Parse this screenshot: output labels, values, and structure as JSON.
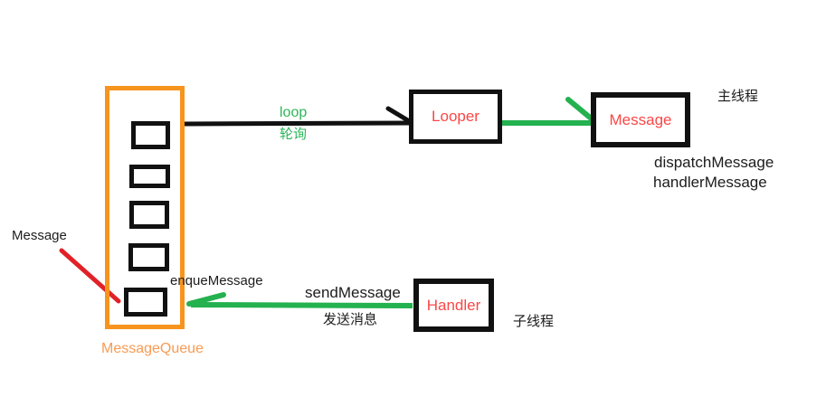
{
  "queue": {
    "label": "MessageQueue",
    "slot_count": 5
  },
  "nodes": {
    "looper": {
      "label": "Looper"
    },
    "message": {
      "label": "Message"
    },
    "handler": {
      "label": "Handler"
    }
  },
  "annotations": {
    "incoming_message": "Message",
    "loop_en": "loop",
    "loop_zh": "轮询",
    "enqueue_message": "enqueMessage",
    "send_message_en": "sendMessage",
    "send_message_zh": "发送消息",
    "main_thread": "主线程",
    "dispatch_message": "dispatchMessage",
    "handler_message": "handlerMessage",
    "child_thread": "子线程"
  },
  "colors": {
    "orange_border": "#f7941e",
    "orange_label": "#f89b53",
    "green": "#24b14f",
    "green_text": "#2cb558",
    "red_line": "#e02228",
    "red_text": "#fb4747",
    "black_line": "#111111",
    "text": "#1c1c1c"
  }
}
